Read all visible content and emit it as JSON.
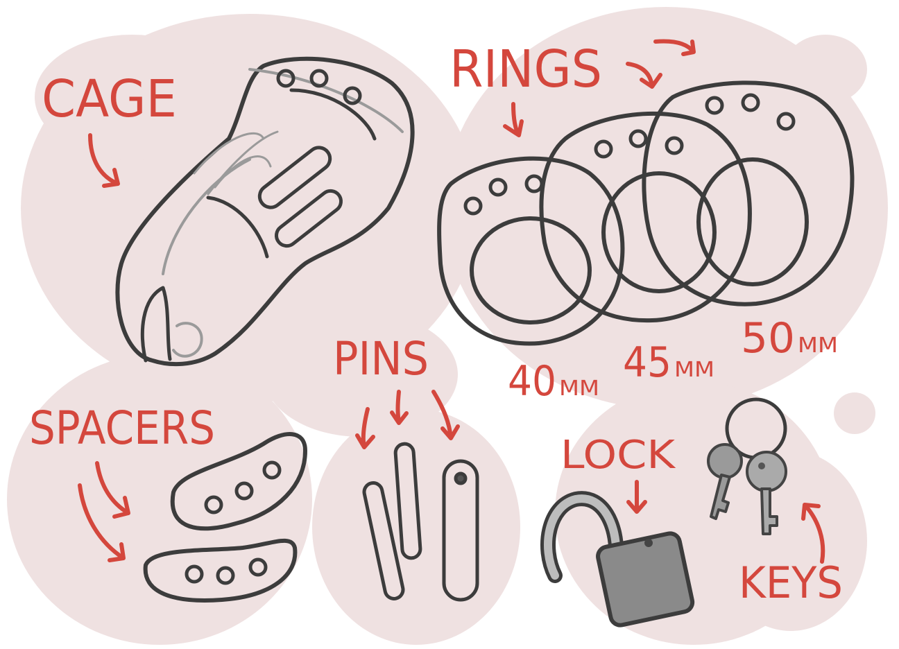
{
  "labels": {
    "cage": "CAGE",
    "rings": "RINGS",
    "ring_40": "40",
    "ring_45": "45",
    "ring_50": "50",
    "unit": "MM",
    "pins": "PINS",
    "spacers": "SPACERS",
    "lock": "LOCK",
    "keys": "KEYS"
  },
  "colors": {
    "background_blob": "#efe1e1",
    "label_red": "#d4473d",
    "outline": "#3c3c3c",
    "part_fill": "#ffffff",
    "lock_body": "#8a8a8a"
  }
}
